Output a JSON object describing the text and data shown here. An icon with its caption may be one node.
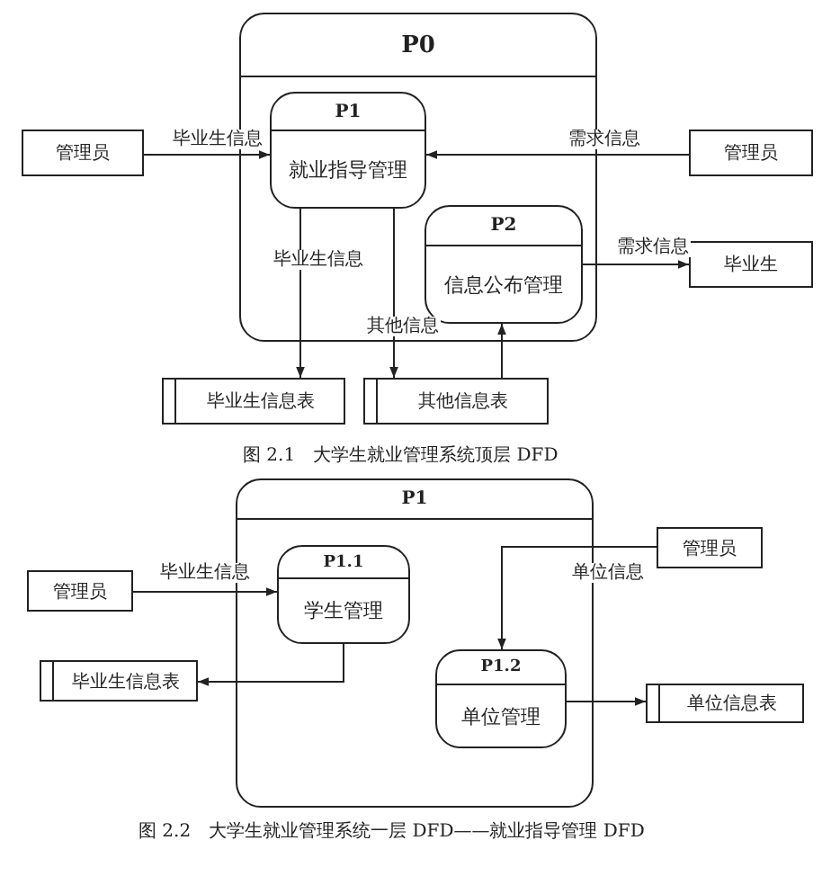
{
  "diagram": {
    "nodes": [
      {
        "text": [
          "P0"
        ]
      },
      {
        "text": [
          "P1",
          "就业指导管理"
        ],
        "in": 0
      },
      {
        "text": [
          "P2",
          "信息公布管理"
        ],
        "in": 0
      },
      {
        "text": [
          "管理员"
        ]
      },
      {
        "text": [
          "管理员"
        ]
      },
      {
        "text": [
          "毕业生"
        ]
      },
      {
        "text": [
          "毕业生信息表"
        ]
      },
      {
        "text": [
          "其他信息表"
        ]
      },
      {
        "text": [
          "P1"
        ]
      },
      {
        "text": [
          "P1.1",
          "学生管理"
        ],
        "in": 8
      },
      {
        "text": [
          "P1.2",
          "单位管理"
        ],
        "in": 8
      },
      {
        "text": [
          "管理员"
        ]
      },
      {
        "text": [
          "毕业生信息表"
        ]
      },
      {
        "text": [
          "管理员"
        ]
      },
      {
        "text": [
          "单位信息表"
        ]
      }
    ],
    "edges": [
      {
        "from": 3,
        "to": 1,
        "arrow": "to",
        "label": "毕业生信息"
      },
      {
        "from": 4,
        "to": 1,
        "arrow": "to",
        "label": "需求信息"
      },
      {
        "from": 1,
        "to": 6,
        "arrow": "to",
        "label": "毕业生信息"
      },
      {
        "from": 1,
        "to": 7,
        "arrow": "to",
        "label": "其他信息"
      },
      {
        "from": 7,
        "to": 2,
        "arrow": "to"
      },
      {
        "from": 2,
        "to": 5,
        "arrow": "to",
        "label": "需求信息"
      },
      {
        "from": 11,
        "to": 9,
        "arrow": "to",
        "label": "毕业生信息"
      },
      {
        "from": 9,
        "to": 12,
        "arrow": "to"
      },
      {
        "from": 13,
        "to": 10,
        "arrow": "to",
        "label": "单位信息"
      },
      {
        "from": 10,
        "to": 14,
        "arrow": "to"
      }
    ],
    "labels": [
      "图 2.1　大学生就业管理系统顶层 DFD",
      "图 2.2　大学生就业管理系统一层 DFD——就业指导管理 DFD"
    ]
  }
}
